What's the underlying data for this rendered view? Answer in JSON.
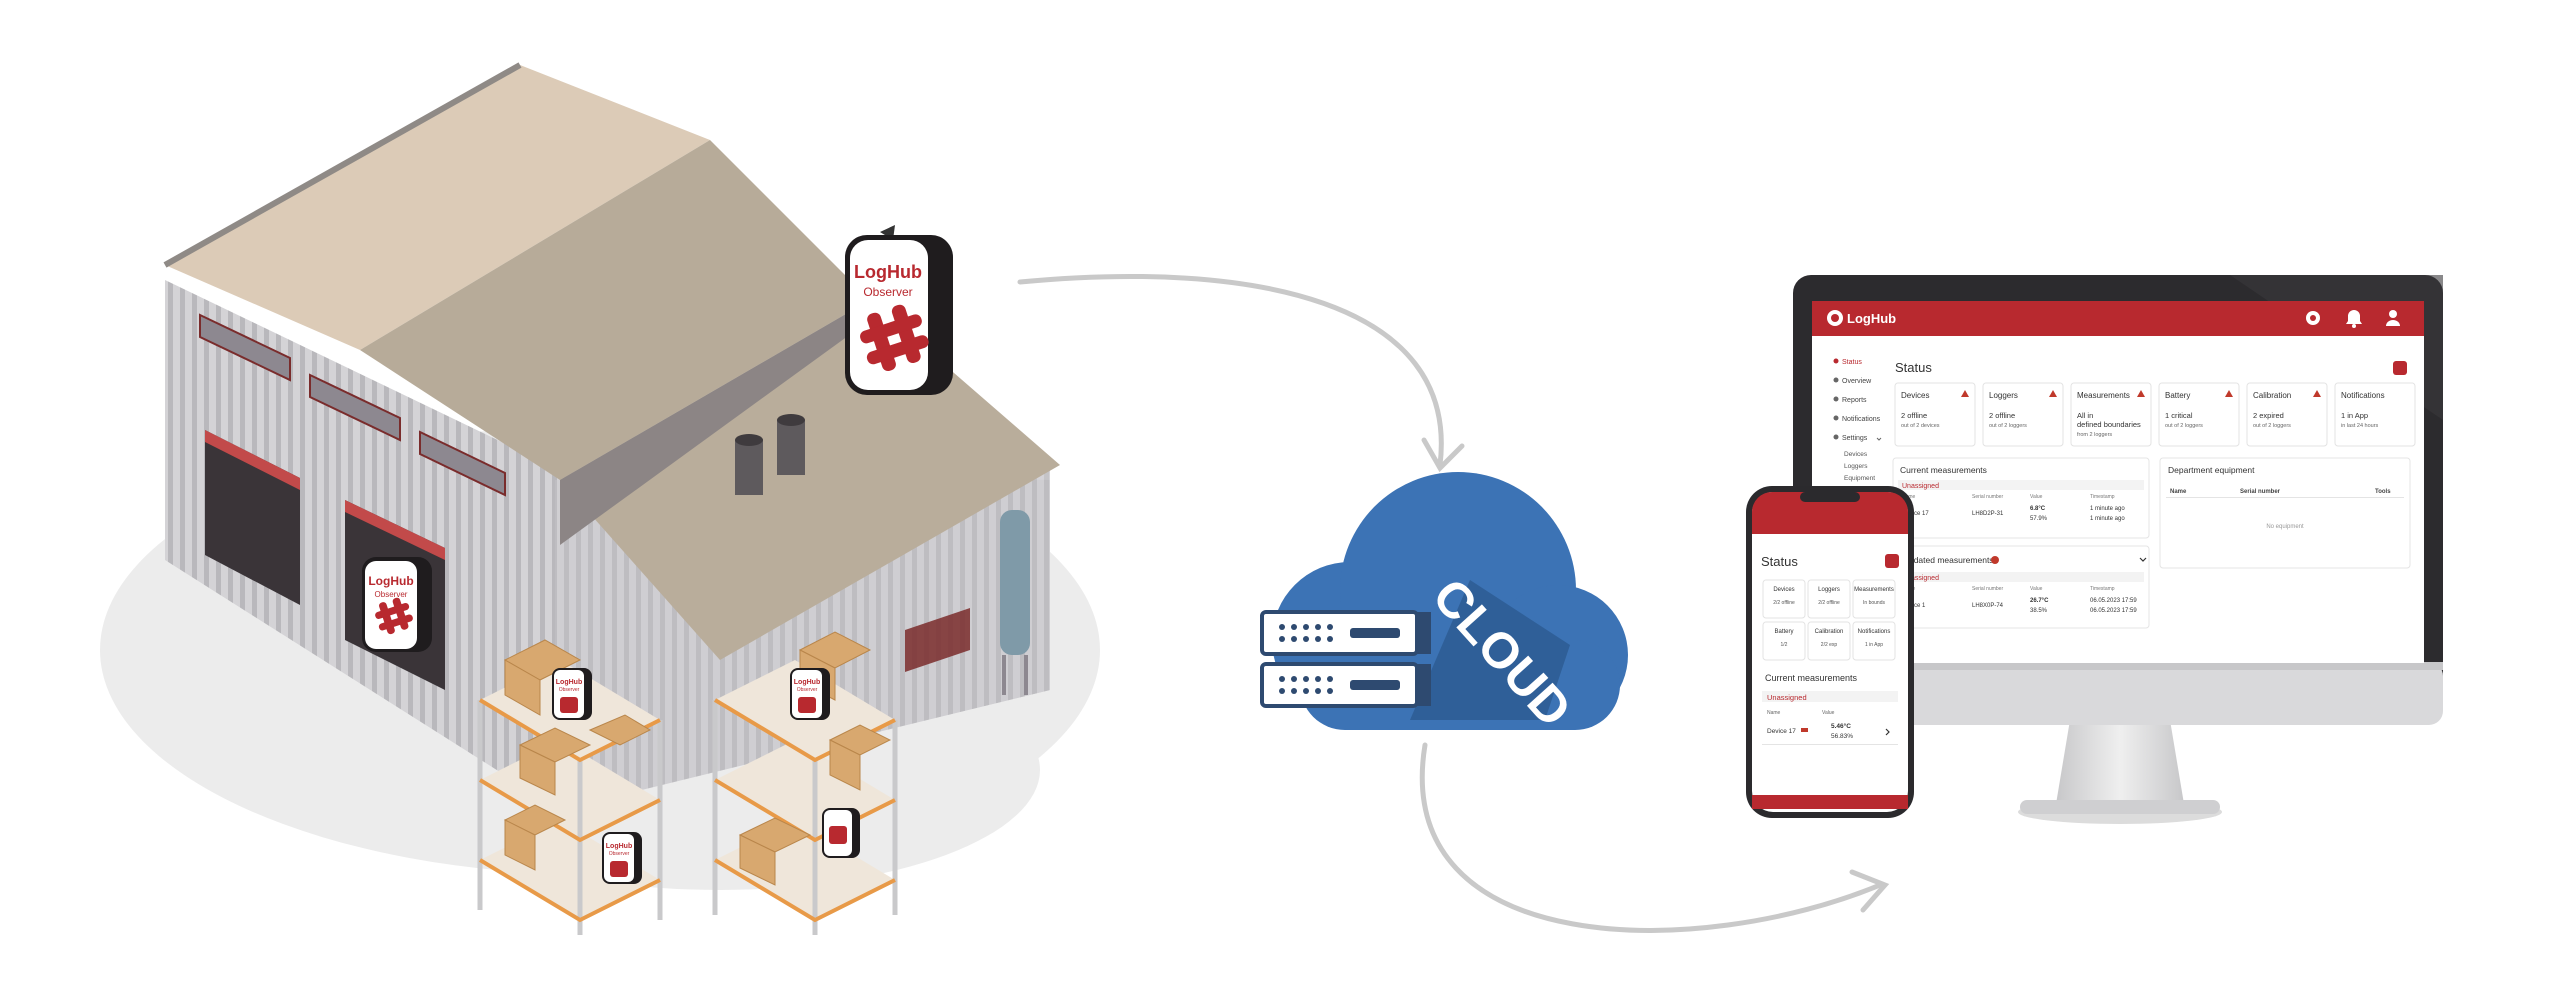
{
  "warehouse": {
    "device_top": {
      "brand": "LogHub",
      "model": "Observer"
    },
    "device_door": {
      "brand": "LogHub",
      "model": "Observer"
    },
    "device_shelf_left": {
      "brand": "LogHub",
      "model": "Observer"
    },
    "device_shelf_right": {
      "brand": "LogHub",
      "model": "Observer"
    },
    "device_shelf_low": {
      "brand": "LogHub",
      "model": "Observer"
    }
  },
  "cloud": {
    "label": "CLOUD"
  },
  "desktop": {
    "brand": "LogHub",
    "nav": [
      "Status",
      "Overview",
      "Reports",
      "Notifications",
      "Settings"
    ],
    "subnav": [
      "Devices",
      "Loggers",
      "Equipment"
    ],
    "page_title": "Status",
    "cards": [
      {
        "title": "Devices",
        "value": "2 offline",
        "sub": "out of 2 devices"
      },
      {
        "title": "Loggers",
        "value": "2 offline",
        "sub": "out of 2 loggers"
      },
      {
        "title": "Measurements",
        "value": "All in defined boundaries",
        "sub": "from 2 loggers"
      },
      {
        "title": "Battery",
        "value": "1 critical",
        "sub": "out of 2 loggers"
      },
      {
        "title": "Calibration",
        "value": "2 expired",
        "sub": "out of 2 loggers"
      },
      {
        "title": "Notifications",
        "value": "1 in App",
        "sub": "in last 24 hours"
      }
    ],
    "current": {
      "title": "Current measurements",
      "group": "Unassigned",
      "headers": [
        "Name",
        "Serial number",
        "Value",
        "Timestamp"
      ],
      "row": {
        "name": "Device 17",
        "serial": "LH8D2P-31",
        "v1": "6.8°C",
        "v2": "57.9%",
        "t1": "1 minute ago",
        "t2": "1 minute ago"
      }
    },
    "outdated": {
      "title": "Outdated measurements",
      "group": "Unassigned",
      "headers": [
        "Name",
        "Serial number",
        "Value",
        "Timestamp"
      ],
      "row": {
        "name": "Device 1",
        "serial": "LH8X0P-74",
        "v1": "26.7°C",
        "v2": "38.5%",
        "t1": "06.05.2023 17:59",
        "t2": "06.05.2023 17:59"
      }
    },
    "department": {
      "title": "Department equipment",
      "headers": [
        "Name",
        "Serial number",
        "Tools"
      ],
      "empty": "No equipment"
    }
  },
  "phone": {
    "page_title": "Status",
    "cards": [
      {
        "title": "Devices",
        "value": "2/2 offline"
      },
      {
        "title": "Loggers",
        "value": "2/2 offline"
      },
      {
        "title": "Measurements",
        "value": "In bounds"
      },
      {
        "title": "Battery",
        "value": "1/2"
      },
      {
        "title": "Calibration",
        "value": "2/2 exp"
      },
      {
        "title": "Notifications",
        "value": "1 in App"
      }
    ],
    "current_title": "Current measurements",
    "group": "Unassigned",
    "headers": [
      "Name",
      "Value"
    ],
    "row": {
      "name": "Device 17",
      "v1": "5.46°C",
      "v2": "56.83%"
    }
  }
}
